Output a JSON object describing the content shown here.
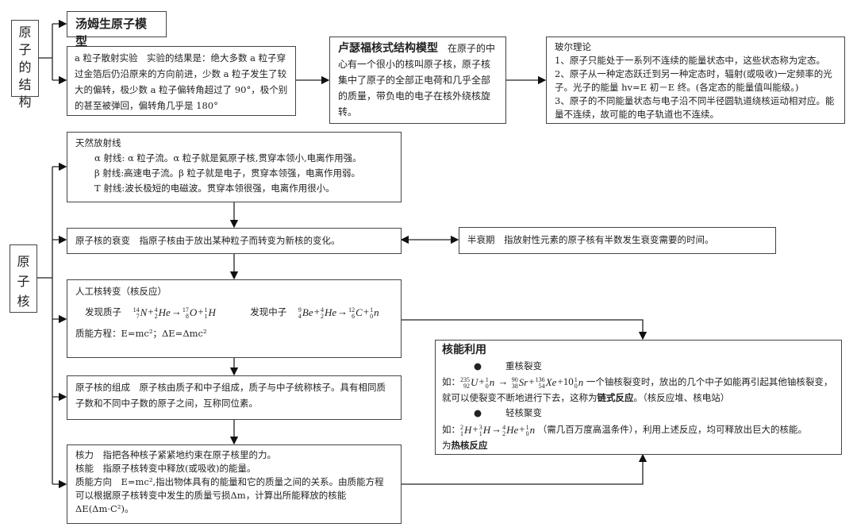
{
  "atom_structure": {
    "label_chars": [
      "原",
      "子",
      "的",
      "结",
      "构"
    ],
    "thomson": "汤姆生原子模型",
    "alpha_experiment": "a 粒子散射实验　实验的结果是：绝大多数 a 粒子穿过金箔后仍沿原来的方向前进，少数 a 粒子发生了较大的偏转，极少数 a 粒子偏转角超过了 90°，极个别的甚至被弹回，偏转角几乎是 180°",
    "rutherford_title": "卢瑟福核式结构模型",
    "rutherford_text": "　在原子的中心有一个很小的核叫原子核，原子核集中了原子的全部正电荷和几乎全部的质量，带负电的电子在核外绕核旋转。",
    "bohr": {
      "title": "玻尔理论",
      "items": [
        "1、原子只能处于一系列不连续的能量状态中，这些状态称为定态。",
        "2、原子从一种定态跃迁到另一种定态时，辐射(或吸收)一定频率的光子。光子的能量 hv=E 初－E 终。(各定态的能量值叫能级。)",
        "3、原子的不同能量状态与电子沿不同半径圆轨道绕核运动相对应。能量不连续，故可能的电子轨道也不连续。"
      ]
    }
  },
  "nucleus": {
    "label_chars": [
      "原",
      "子",
      "核"
    ],
    "natural_rays": {
      "title": "天然放射线",
      "items": [
        "α 射线: α 粒子流。α 粒子就是氦原子核,贯穿本领小,电离作用强。",
        "β 射线:高速电子流。β 粒子就是电子，贯穿本领强，电离作用弱。",
        "Τ 射线:波长极短的电磁波。贯穿本领很强，电离作用很小。"
      ]
    },
    "decay": "原子核的衰变　指原子核由于放出某种粒子而转变为新核的变化。",
    "half_life": "半衰期　指放射性元素的原子核有半数发生衰变需要的时间。",
    "artificial": {
      "title": "人工核转变（核反应）",
      "proton_label": "发现质子",
      "proton_eq": [
        {
          "A": "14",
          "Z": "7",
          "s": "N"
        },
        "+",
        {
          "A": "4",
          "Z": "2",
          "s": "He"
        },
        "→",
        {
          "A": "17",
          "Z": "8",
          "s": "O"
        },
        "+",
        {
          "A": "1",
          "Z": "1",
          "s": "H"
        }
      ],
      "neutron_label": "发现中子",
      "neutron_eq": [
        {
          "A": "9",
          "Z": "4",
          "s": "Be"
        },
        "+",
        {
          "A": "4",
          "Z": "2",
          "s": "He"
        },
        "→",
        {
          "A": "12",
          "Z": "6",
          "s": "C"
        },
        "+",
        {
          "A": "1",
          "Z": "0",
          "s": "n"
        }
      ],
      "mass_energy": "质能方程：E=mc²；ΔE=Δmc²"
    },
    "composition": "原子核的组成　原子核由质子和中子组成，质子与中子统称核子。具有相同质子数和不同中子数的原子之间，互称同位素。",
    "force": {
      "items": [
        "核力　指把各种核子紧紧地约束在原子核里的力。",
        "核能　指原子核转变中释放(或吸收)的能量。",
        "质能方向　E=mc²,指出物体具有的能量和它的质量之间的关系。由质能方程可以根据原子核转变中发生的质量亏损Δm，计算出所能释放的核能ΔE(Δm·C²)。"
      ]
    },
    "energy_use": {
      "title": "核能利用",
      "fission_label": "重核裂变",
      "fission_prefix": "如：",
      "fission_eq": [
        {
          "A": "235",
          "Z": "92",
          "s": "U"
        },
        "+",
        {
          "A": "1",
          "Z": "0",
          "s": "n"
        },
        " → ",
        {
          "A": "90",
          "Z": "38",
          "s": "Sr"
        },
        "+",
        {
          "A": "136",
          "Z": "54",
          "s": "Xe"
        },
        "+10",
        {
          "A": "1",
          "Z": "0",
          "s": "n"
        }
      ],
      "fission_text_a": "一个铀核裂变时，放出的几个中子如能再引起其他铀核裂变，就可以使裂变不断地进行下去，这称为",
      "fission_bold": "链式反应",
      "fission_text_b": "。（核反应堆、核电站）",
      "fusion_label": "轻核聚变",
      "fusion_prefix": "如：",
      "fusion_eq": [
        {
          "A": "2",
          "Z": "1",
          "s": "H"
        },
        "+",
        {
          "A": "3",
          "Z": "1",
          "s": "H"
        },
        "→",
        {
          "A": "4",
          "Z": "2",
          "s": "He"
        },
        "+",
        {
          "A": "1",
          "Z": "0",
          "s": "n"
        }
      ],
      "fusion_text": "（需几百万度高温条件），利用上述反应，均可释放出巨大的核能。",
      "fusion_end_a": "为",
      "fusion_end_bold": "热核反应"
    }
  }
}
